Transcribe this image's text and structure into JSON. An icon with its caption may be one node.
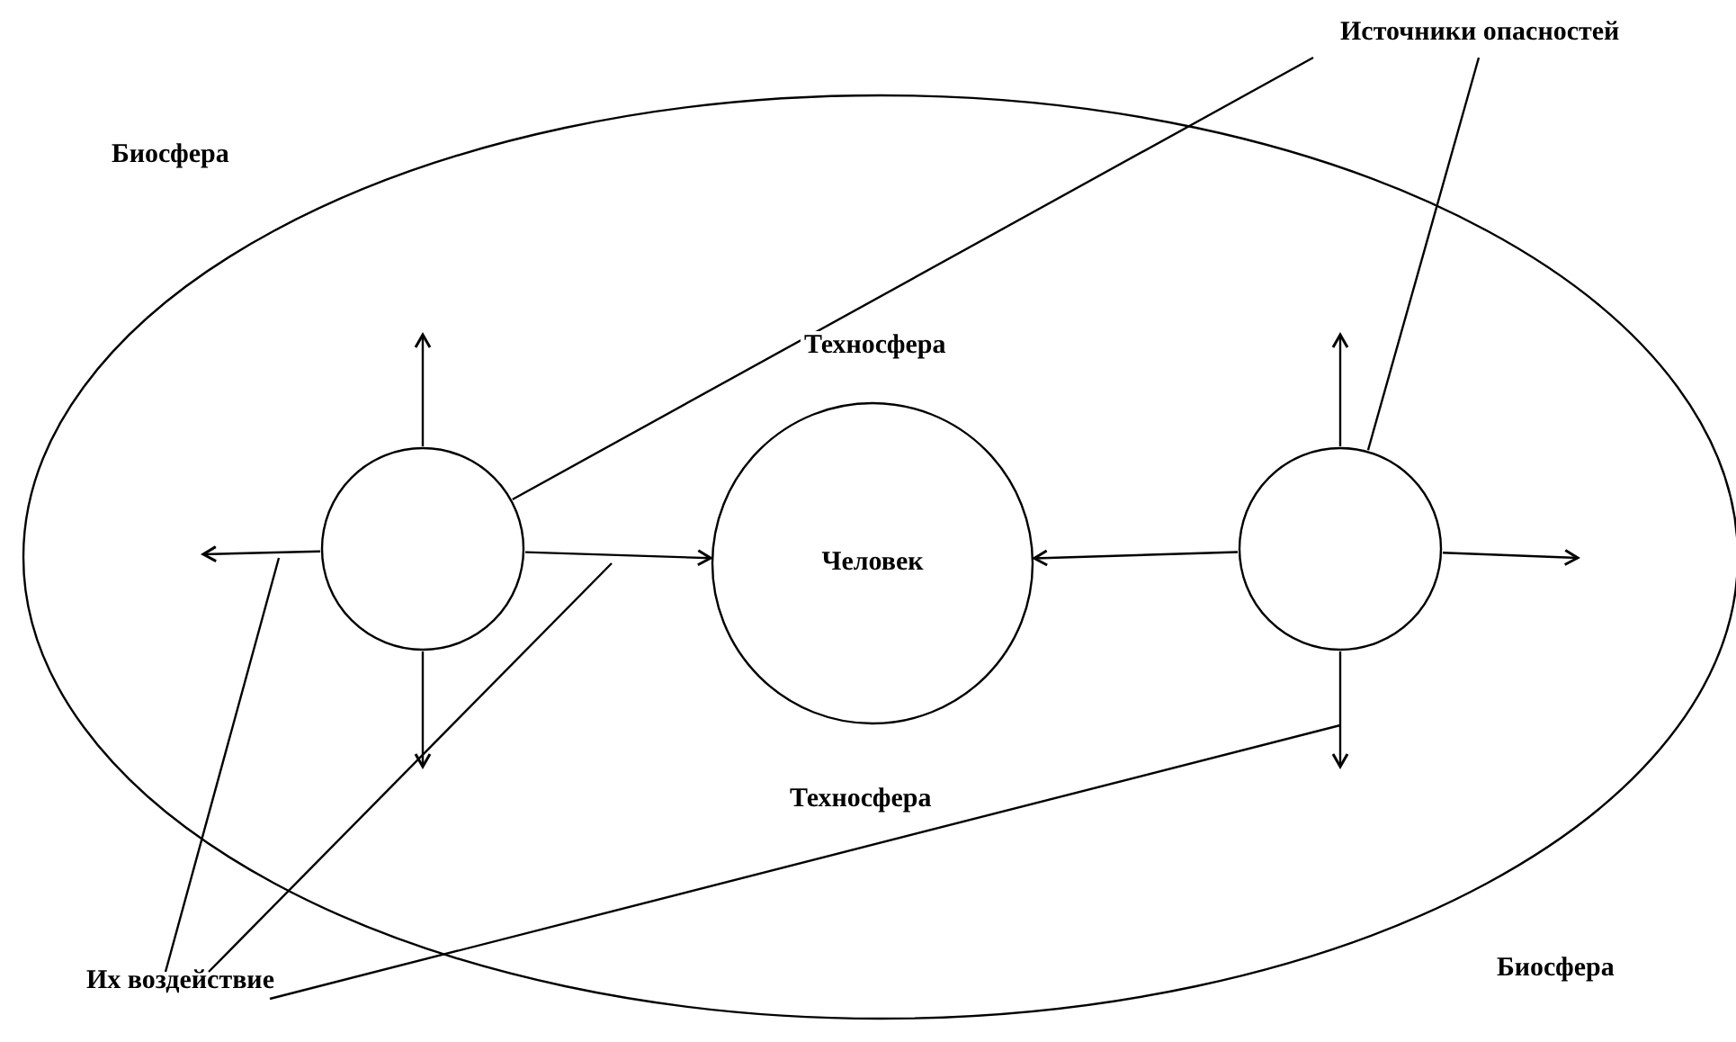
{
  "diagram": {
    "nodes": [
      {
        "text": [],
        "shape": "ellipse"
      },
      {
        "text": [
          "Источники опасностей"
        ]
      },
      {
        "text": [],
        "shape": "circle",
        "in": 0
      },
      {
        "text": [
          "Человек"
        ],
        "in": 0
      },
      {
        "text": [],
        "shape": "circle",
        "in": 0
      },
      {
        "text": [
          "Их воздействие"
        ]
      }
    ],
    "edges": [
      {
        "from": 2,
        "to": null,
        "arrow": "to"
      },
      {
        "from": 2,
        "to": null,
        "arrow": "to"
      },
      {
        "from": 2,
        "to": null,
        "arrow": "to"
      },
      {
        "from": 2,
        "to": 3,
        "arrow": "to"
      },
      {
        "from": 4,
        "to": null,
        "arrow": "to"
      },
      {
        "from": 4,
        "to": null,
        "arrow": "to"
      },
      {
        "from": 4,
        "to": null,
        "arrow": "to"
      },
      {
        "from": 4,
        "to": 3,
        "arrow": "to"
      },
      {
        "from": 1,
        "to": 2,
        "arrow": "none"
      },
      {
        "from": 1,
        "to": 4,
        "arrow": "none"
      },
      {
        "from": 5,
        "to": null,
        "arrow": "none"
      },
      {
        "from": 5,
        "to": null,
        "arrow": "none"
      },
      {
        "from": 5,
        "to": null,
        "arrow": "none"
      }
    ],
    "labels": [
      "Биосфера",
      "Техносфера",
      "Техносфера",
      "Биосфера"
    ]
  }
}
